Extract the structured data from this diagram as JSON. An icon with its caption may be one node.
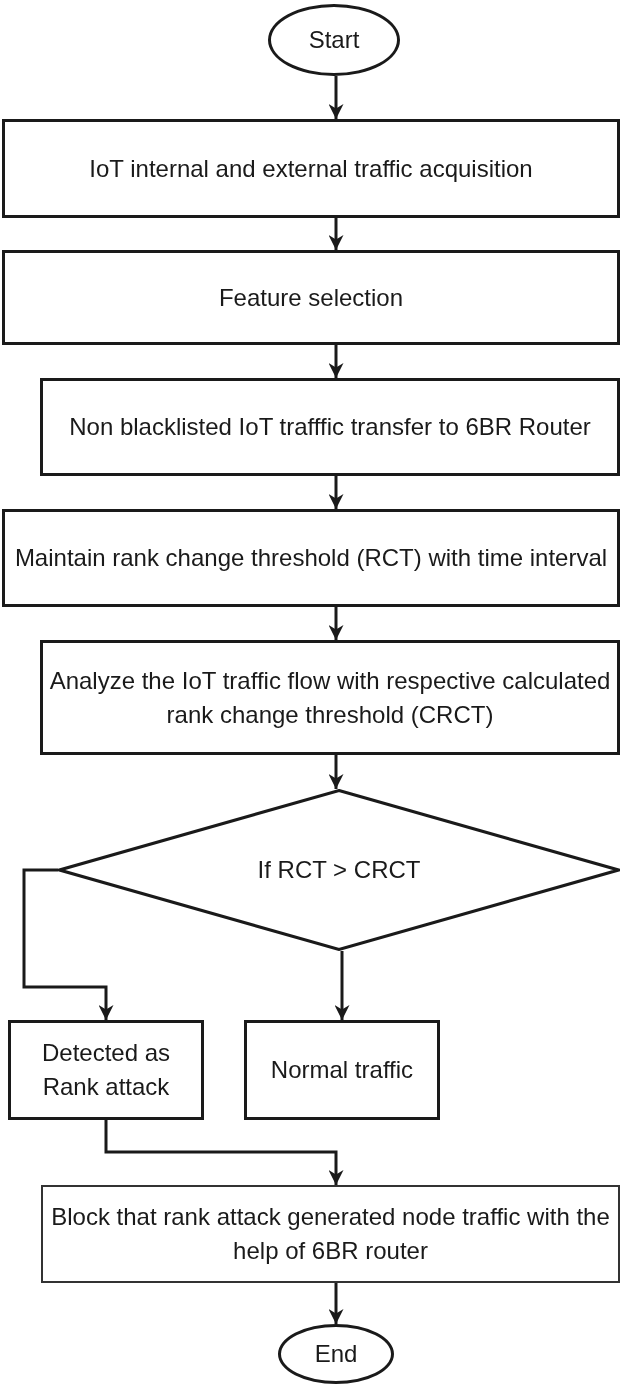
{
  "diagram": {
    "nodes": [
      {
        "text": [
          "Start"
        ]
      },
      {
        "text": [
          "IoT internal and external traffic acquisition"
        ]
      },
      {
        "text": [
          "Feature selection"
        ]
      },
      {
        "text": [
          "Non blacklisted IoT trafffic transfer to 6BR Router"
        ]
      },
      {
        "text": [
          "Maintain rank change threshold (RCT) with time interval"
        ]
      },
      {
        "text": [
          "Analyze the IoT traffic flow with respective calculated rank change threshold (CRCT)"
        ]
      },
      {
        "text": [
          "If RCT > CRCT"
        ]
      },
      {
        "text": [
          "Detected as Rank attack"
        ]
      },
      {
        "text": [
          "Normal traffic"
        ]
      },
      {
        "text": [
          "Block that rank attack generated node traffic with the help of 6BR router"
        ]
      },
      {
        "text": [
          "End"
        ]
      }
    ],
    "edges": [
      {
        "from": 0,
        "to": 1,
        "arrow": "to"
      },
      {
        "from": 1,
        "to": 2,
        "arrow": "to"
      },
      {
        "from": 2,
        "to": 3,
        "arrow": "to"
      },
      {
        "from": 3,
        "to": 4,
        "arrow": "to"
      },
      {
        "from": 4,
        "to": 5,
        "arrow": "to"
      },
      {
        "from": 5,
        "to": 6,
        "arrow": "to"
      },
      {
        "from": 6,
        "to": 7,
        "arrow": "to"
      },
      {
        "from": 6,
        "to": 8,
        "arrow": "to"
      },
      {
        "from": 7,
        "to": 9,
        "arrow": "to"
      },
      {
        "from": 9,
        "to": 10,
        "arrow": "to"
      }
    ]
  }
}
